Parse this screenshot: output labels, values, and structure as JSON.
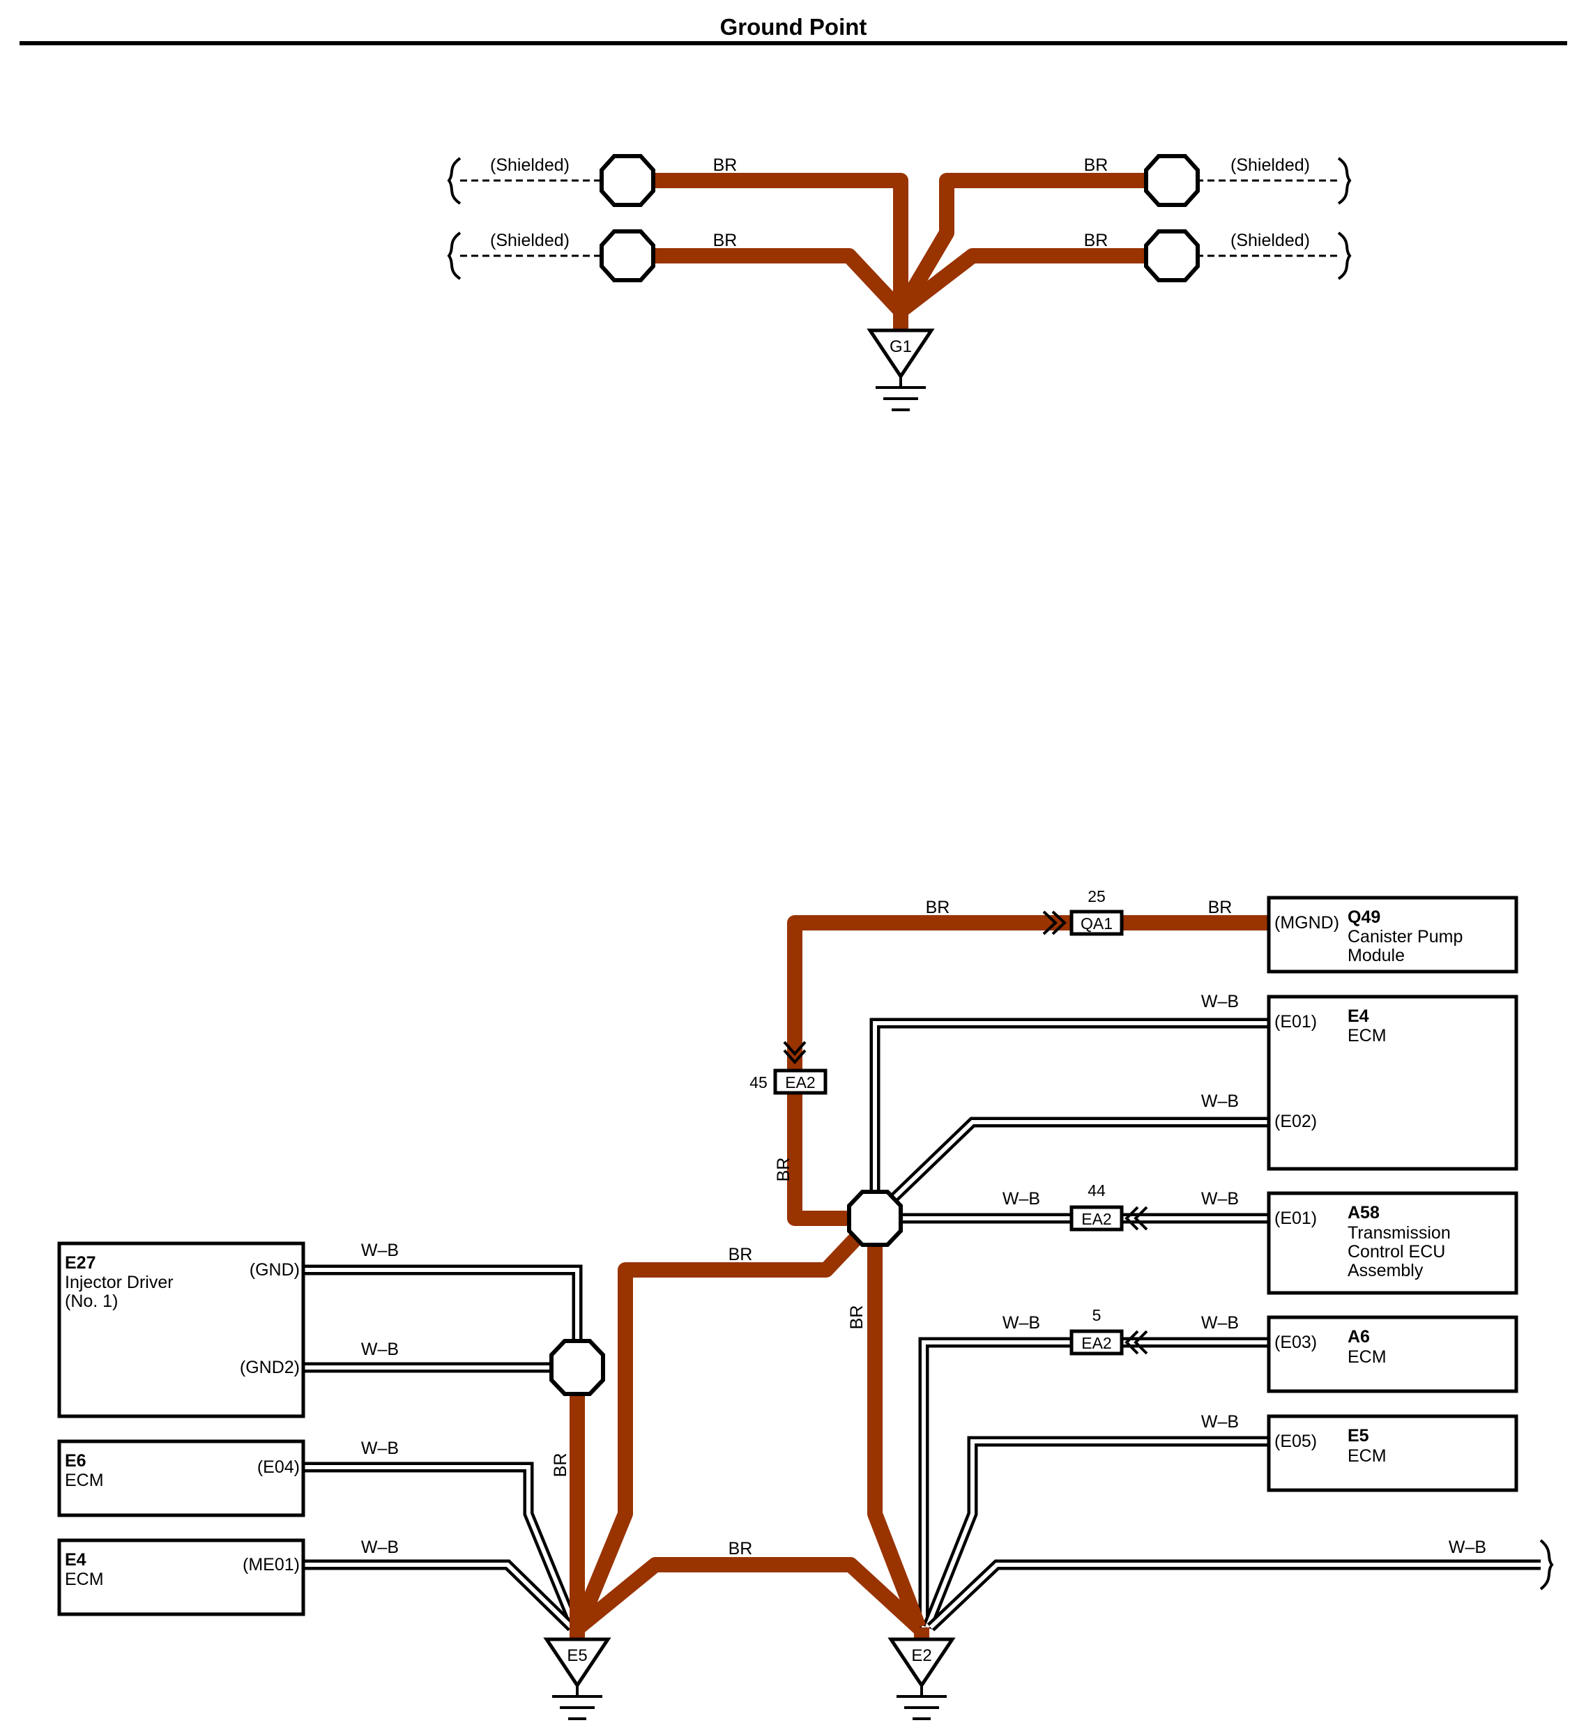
{
  "title": "Ground Point",
  "colors": {
    "br_wire": "#993300",
    "wb_wire": "#000000",
    "background": "#ffffff"
  },
  "wire_labels": {
    "br": "BR",
    "wb": "W–B"
  },
  "shielded_label": "(Shielded)",
  "grounds": {
    "g1": "G1",
    "e5": "E5",
    "e2": "E2"
  },
  "connectors": {
    "qa1": {
      "name": "QA1",
      "pin": "25"
    },
    "ea2_top": {
      "name": "EA2",
      "pin": "45"
    },
    "ea2_mid": {
      "name": "EA2",
      "pin": "44"
    },
    "ea2_low": {
      "name": "EA2",
      "pin": "5"
    }
  },
  "components": {
    "q49": {
      "id": "Q49",
      "line1": "Canister Pump",
      "line2": "Module",
      "pin": "(MGND)"
    },
    "e4_right": {
      "id": "E4",
      "line1": "ECM",
      "pin1": "(E01)",
      "pin2": "(E02)"
    },
    "a58": {
      "id": "A58",
      "line1": "Transmission",
      "line2": "Control ECU",
      "line3": "Assembly",
      "pin": "(E01)"
    },
    "a6": {
      "id": "A6",
      "line1": "ECM",
      "pin": "(E03)"
    },
    "e5": {
      "id": "E5",
      "line1": "ECM",
      "pin": "(E05)"
    },
    "e27": {
      "id": "E27",
      "line1": "Injector Driver",
      "line2": "(No. 1)",
      "pin1": "(GND)",
      "pin2": "(GND2)"
    },
    "e6": {
      "id": "E6",
      "line1": "ECM",
      "pin": "(E04)"
    },
    "e4_left": {
      "id": "E4",
      "line1": "ECM",
      "pin": "(ME01)"
    }
  }
}
